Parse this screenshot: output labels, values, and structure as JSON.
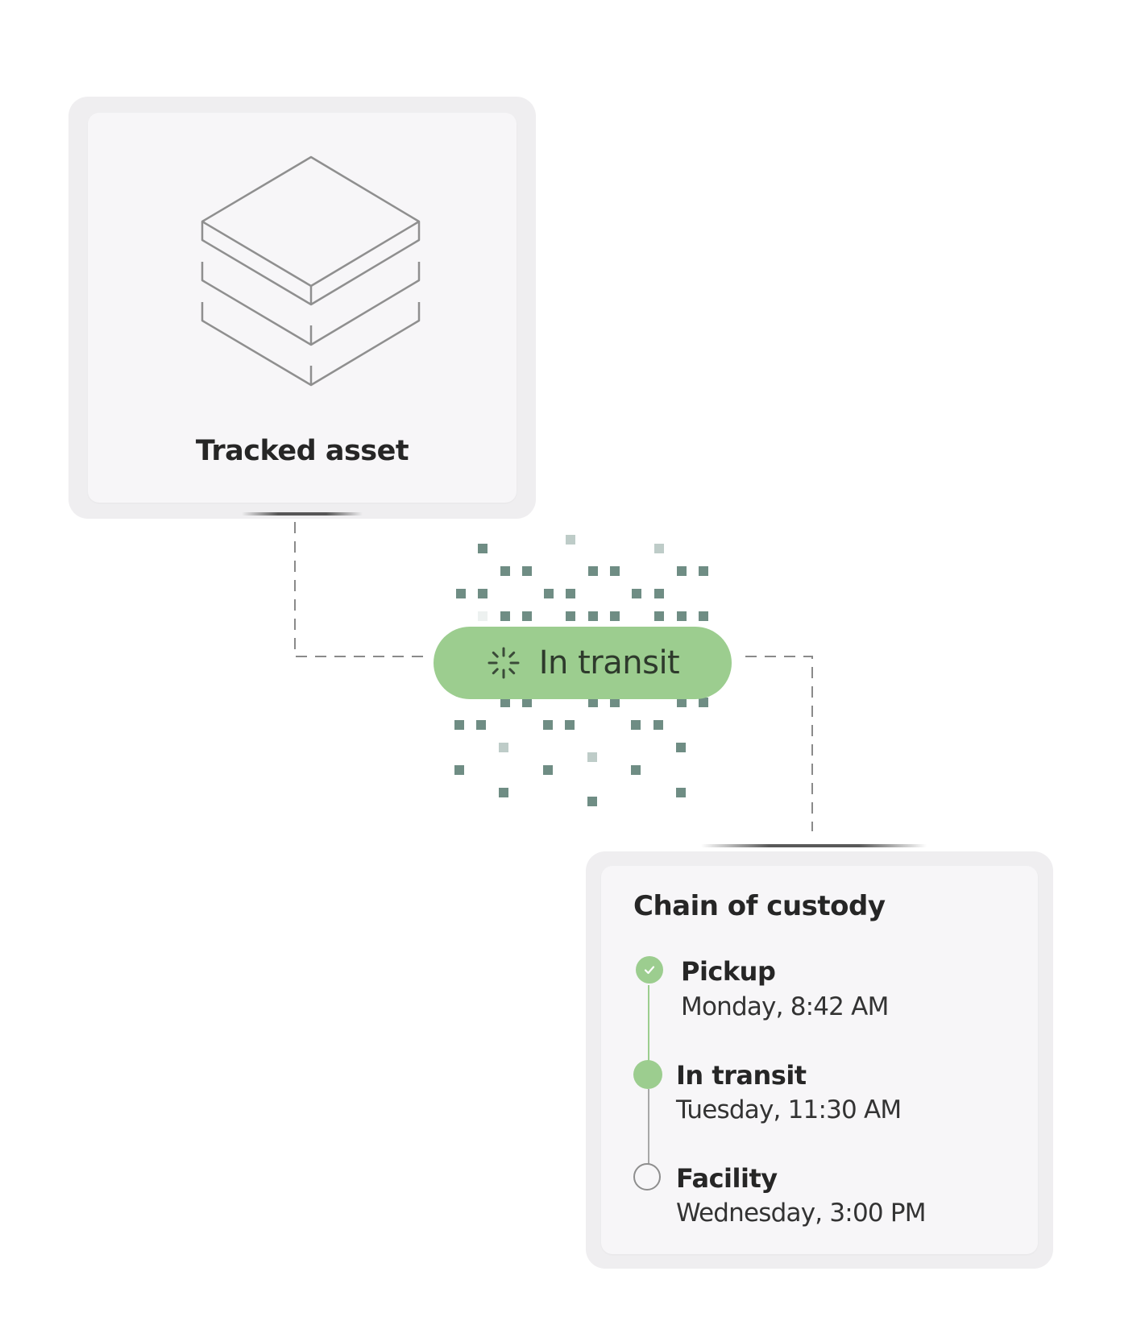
{
  "asset_card": {
    "title": "Tracked asset",
    "icon": "stacked-layers-icon"
  },
  "status_pill": {
    "label": "In transit",
    "icon": "loading-spinner-icon",
    "color": "#9ccd8f"
  },
  "custody_card": {
    "title": "Chain of custody",
    "steps": [
      {
        "label": "Pickup",
        "time": "Monday, 8:42 AM",
        "state": "completed"
      },
      {
        "label": "In transit",
        "time": "Tuesday, 11:30 AM",
        "state": "current"
      },
      {
        "label": "Facility",
        "time": "Wednesday, 3:00 PM",
        "state": "pending"
      }
    ]
  },
  "colors": {
    "accent_green": "#9ccd8f",
    "pixel_dots": "#6f8d84",
    "card_background": "#f7f6f8",
    "connector": "#8a8a8a"
  }
}
